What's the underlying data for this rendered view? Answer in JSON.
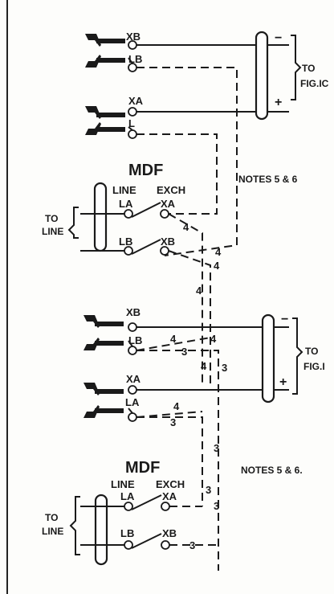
{
  "upper": {
    "jack_top": "XB",
    "jack_top_sleeve": "LB",
    "jack_bottom": "XA",
    "jack_bottom_sleeve": "L",
    "minus": "−",
    "plus": "+",
    "to": "TO",
    "fig": "FIG.IC",
    "mdf": "MDF",
    "line_hdr": "LINE",
    "exch_hdr": "EXCH",
    "la": "LA",
    "xa": "XA",
    "lb": "LB",
    "xb": "XB",
    "notes": "NOTES 5 & 6",
    "to_line_1": "TO",
    "to_line_2": "LINE",
    "wire_4a": "4",
    "wire_4b": "4",
    "wire_4c": "4"
  },
  "lower": {
    "jack_top": "XB",
    "jack_top_sleeve": "LB",
    "jack_bottom": "XA",
    "jack_bottom_sleeve": "LA",
    "minus": "−",
    "plus": "+",
    "to": "TO",
    "fig": "FIG.I",
    "mdf": "MDF",
    "line_hdr": "LINE",
    "exch_hdr": "EXCH",
    "la": "LA",
    "xa": "XA",
    "lb": "LB",
    "xb": "XB",
    "notes": "NOTES 5 & 6.",
    "to_line_1": "TO",
    "to_line_2": "LINE",
    "w4a": "4",
    "w4b": "4",
    "w4c": "4",
    "w4d": "4",
    "w3a": "3",
    "w3b": "3",
    "w3c": "3",
    "w3d": "3",
    "w3e": "3",
    "w3f": "3",
    "w4e": "4",
    "w3g": "3"
  }
}
